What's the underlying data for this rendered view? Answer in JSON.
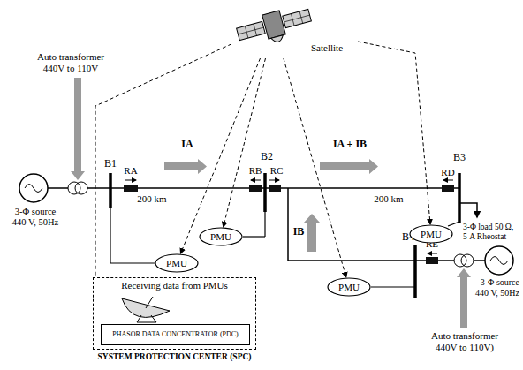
{
  "diagram": {
    "nodes": [
      {
        "text": [
          "Satellite"
        ]
      },
      {
        "text": [
          "Receiving data from PMUs",
          "SYSTEM PROTECTION CENTER (SPC)"
        ]
      },
      {
        "text": [
          "PHASOR DATA CONCENTRATOR (PDC)"
        ],
        "in": 1
      },
      {
        "text": [
          "PMU"
        ]
      },
      {
        "text": [
          "PMU"
        ]
      },
      {
        "text": [
          "PMU"
        ]
      },
      {
        "text": [
          "PMU"
        ]
      }
    ],
    "edges": [
      {
        "from": 0,
        "to": 3,
        "arrow": "to"
      },
      {
        "from": 0,
        "to": 4,
        "arrow": "to"
      },
      {
        "from": 0,
        "to": 5,
        "arrow": "to"
      },
      {
        "from": 0,
        "to": 6,
        "arrow": "to"
      },
      {
        "from": 0,
        "to": 1,
        "arrow": "none"
      }
    ],
    "labels": [
      "Auto transformer 440V to 110V",
      "3-Φ source 440 V, 50Hz",
      "B1",
      "RA",
      "IA",
      "200 km",
      "B2",
      "RB",
      "RC",
      "IA + IB",
      "200 km",
      "B3",
      "RD",
      "3-Φ load 50 Ω, 5 A Rheostat",
      "IB",
      "B4",
      "RE",
      "3-Φ source 440 V, 50Hz",
      "Auto transformer 440V to 110V)"
    ]
  }
}
